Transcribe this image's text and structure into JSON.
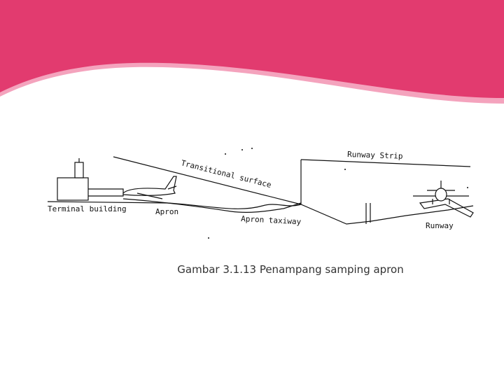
{
  "colors": {
    "banner": "#e23b6f",
    "banner_edge": "#f4a3bd",
    "line": "#111111"
  },
  "diagram": {
    "labels": {
      "terminal_building": "Terminal building",
      "apron": "Apron",
      "transitional_surface": "Transitional surface",
      "apron_taxiway": "Apron taxiway",
      "runway_strip": "Runway Strip",
      "runway": "Runway"
    }
  },
  "caption": "Gambar 3.1.13 Penampang samping apron"
}
